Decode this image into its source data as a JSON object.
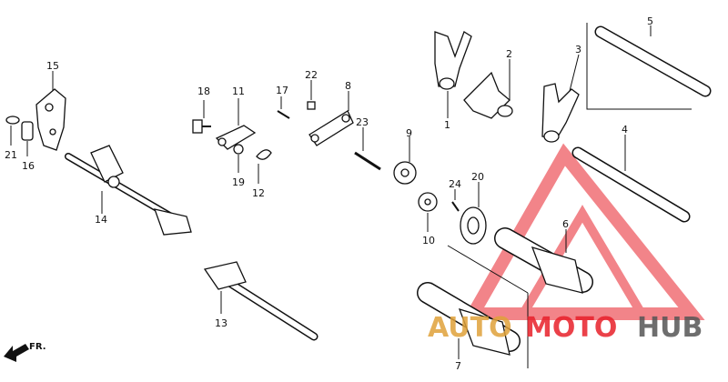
{
  "diagram": {
    "direction_label": "FR.",
    "callouts": [
      "1",
      "2",
      "3",
      "4",
      "5",
      "6",
      "7",
      "8",
      "9",
      "10",
      "11",
      "12",
      "13",
      "14",
      "15",
      "16",
      "17",
      "18",
      "19",
      "20",
      "21",
      "22",
      "23",
      "24"
    ]
  },
  "watermark": {
    "part1": "AUTO",
    "part2": "MOTO",
    "part3": "HUB",
    "color_red": "#e8202a",
    "color_gold": "#e0a23a",
    "color_dark": "#555555"
  }
}
